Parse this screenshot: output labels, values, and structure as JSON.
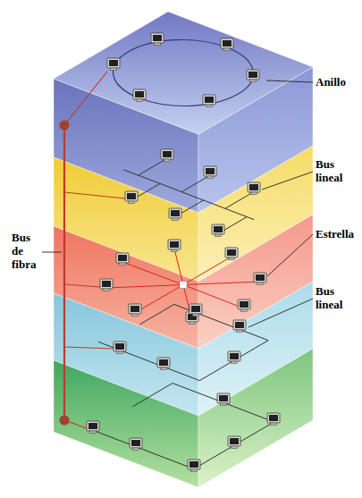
{
  "diagram": {
    "labels": [
      "Anillo",
      "Bus lineal",
      "Estrella",
      "Bus lineal",
      "Bus de fibra"
    ]
  }
}
